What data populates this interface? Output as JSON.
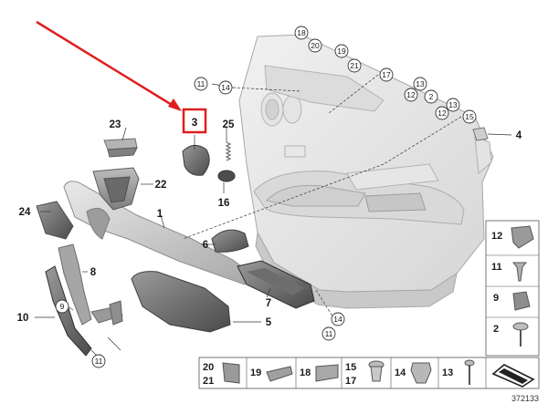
{
  "diagram": {
    "document_number": "372133",
    "highlight_color": "#e01e1e",
    "callouts": {
      "c1": "1",
      "c2": "2",
      "c3": "3",
      "c4": "4",
      "c5": "5",
      "c6": "6",
      "c7": "7",
      "c8": "8",
      "c9": "9",
      "c10": "10",
      "c11": "11",
      "c12": "12",
      "c13": "13",
      "c14": "14",
      "c15": "15",
      "c16": "16",
      "c17": "17",
      "c18": "18",
      "c19": "19",
      "c20": "20",
      "c21": "21",
      "c22": "22",
      "c23": "23",
      "c24": "24",
      "c25": "25"
    }
  }
}
